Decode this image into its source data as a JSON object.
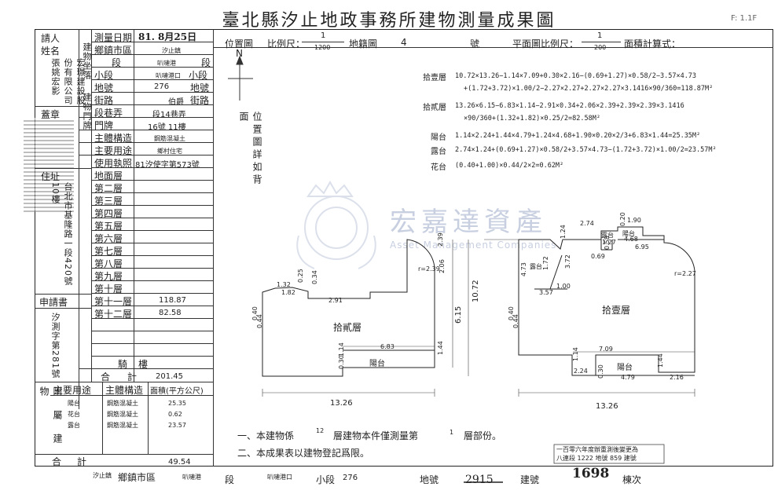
{
  "title": "臺北縣汐止地政事務所建物測量成果圖",
  "corner_note": "F: 1.1F",
  "left_panel": {
    "applicant_label": "請人",
    "name_label": "姓名",
    "applicant_value": "宏璟建設股份有限公司 張姚宏影",
    "seal_label": "蓋章",
    "address_label": "住址",
    "address_value": "台北市基隆路一段420號10樓",
    "application_label": "申請書",
    "application_value": "汐測字第281號",
    "attached_label": "附屬建物"
  },
  "fields": {
    "survey_date_label": "測量日期",
    "survey_date_value": "81. 8月25日",
    "district_label": "鄉鎮市區",
    "district_value": "汐止鎮",
    "section_label": "段",
    "section_value": "叭嗹港",
    "subsection_label": "小段",
    "subsection_value": "叭嗹港口",
    "lot_label": "地號",
    "lot_value": "276",
    "street_label": "街路",
    "street_value": "伯爵",
    "lane_label": "段巷弄",
    "lane_value": "段14巷弄",
    "number_label": "門牌",
    "number_value": "16號 11樓",
    "structure_label": "主體構造",
    "structure_value": "鋼筋混凝土",
    "use_label": "主要用途",
    "use_value": "鄉村住宅",
    "permit_label": "使用執照",
    "permit_value": "81汐使字第573號",
    "building_location_label": "建物坐落",
    "building_no_label": "建物門牌"
  },
  "floors": [
    {
      "label": "地面層",
      "value": ""
    },
    {
      "label": "第二層",
      "value": ""
    },
    {
      "label": "第三層",
      "value": ""
    },
    {
      "label": "第四層",
      "value": ""
    },
    {
      "label": "第五層",
      "value": ""
    },
    {
      "label": "第六層",
      "value": ""
    },
    {
      "label": "第七層",
      "value": ""
    },
    {
      "label": "第八層",
      "value": ""
    },
    {
      "label": "第九層",
      "value": ""
    },
    {
      "label": "第十層",
      "value": ""
    },
    {
      "label": "第十一層",
      "value": "118.87"
    },
    {
      "label": "第十二層",
      "value": "82.58"
    }
  ],
  "arcade_label": "騎樓",
  "total_label": "合計",
  "total_value": "201.45",
  "attached": {
    "headers": [
      "主要用途",
      "主體構造",
      "面積(平方公尺)"
    ],
    "rows": [
      {
        "use": "陽台",
        "structure": "鋼筋混凝土",
        "area": "25.35"
      },
      {
        "use": "花台",
        "structure": "鋼筋混凝土",
        "area": "0.62"
      },
      {
        "use": "露台",
        "structure": "鋼筋混凝土",
        "area": "23.57"
      }
    ],
    "total_label": "合計",
    "total_value": "49.54"
  },
  "header_strip": {
    "location_map_label": "位置圖",
    "scale_label": "比例尺：",
    "scale_num": "1",
    "scale_den": "1200",
    "cadastral_label": "地籍圖",
    "cadastral_value": "4",
    "cadastral_unit": "號",
    "plan_scale_label": "平面圖比例尺：",
    "plan_scale_num": "1",
    "plan_scale_den": "200",
    "area_calc_label": "面積計算式："
  },
  "north_label": "N",
  "location_note": "位置圖詳如背面",
  "formulas": [
    {
      "label": "拾壹層",
      "line1": "10.72×13.26−1.14×7.09+0.30×2.16−(0.69+1.27)×0.58/2−3.57×4.73",
      "line2": "+(1.72+3.72)×1.00/2−2.27×2.27+2.27×2.27×3.1416×90/360=118.87M²"
    },
    {
      "label": "拾貳層",
      "line1": "13.26×6.15−6.83×1.14−2.91×0.34+2.06×2.39+2.39×2.39×3.1416",
      "line2": "×90/360+(1.32+1.82)×0.25/2=82.58M²"
    },
    {
      "label": "陽台",
      "line1": "1.14×2.24+1.44×4.79+1.24×4.68+1.90×0.20×2/3+6.83×1.44=25.35M²",
      "line2": ""
    },
    {
      "label": "露台",
      "line1": "2.74×1.24+(0.69+1.27)×0.58/2+3.57×4.73−(1.72+3.72)×1.00/2=23.57M²",
      "line2": ""
    },
    {
      "label": "花台",
      "line1": "(0.40+1.00)×0.44/2×2=0.62M²",
      "line2": ""
    }
  ],
  "watermark": {
    "cn": "宏嘉達資產",
    "en": "Asset Management Companies"
  },
  "plan12": {
    "floor_label": "拾貳層",
    "balcony_label": "陽台",
    "dims": [
      "1.32",
      "1.82",
      "0.25",
      "0.34",
      "2.91",
      "2.39",
      "r=2.39",
      "2.06",
      "6.15",
      "10.72",
      "6.83",
      "1.14",
      "1.44",
      "0.30",
      "13.26",
      "0.40",
      "0.44"
    ]
  },
  "plan11": {
    "floor_label": "拾壹層",
    "terrace_label": "露台",
    "balcony_label": "陽台",
    "dims": [
      "2.74",
      "0.20",
      "1.90",
      "1.24",
      "1.27",
      "4.68",
      "0.69",
      "0.58",
      "6.95",
      "1.72",
      "3.72",
      "4.73",
      "1.00",
      "3.57",
      "r=2.27",
      "7.09",
      "1.14",
      "2.24",
      "0.30",
      "4.79",
      "2.16",
      "1.44",
      "13.26",
      "0.40",
      "0.44"
    ]
  },
  "notes": {
    "note1_a": "一、本建物係",
    "note1_floors": "12",
    "note1_b": "層建物本件僅測量第",
    "note1_floor": "1",
    "note1_c": "層部份。",
    "note2": "二、本成果表以建物登記爲限。",
    "stamp_line1": "一百零六年度辦重測後變更為",
    "stamp_line2": "八連段 1222 地號 859 建號"
  },
  "footer": {
    "district": "汐止鎮",
    "district_label": "鄉鎮市區",
    "section": "叭嗹港",
    "section_label": "段",
    "subsection": "叭嗹港口",
    "subsection_label": "小段",
    "lot": "276",
    "lot_label": "地號",
    "old_no": "2915",
    "building_no_label": "建號",
    "building_no": "1698",
    "sheet_label": "棟次"
  }
}
